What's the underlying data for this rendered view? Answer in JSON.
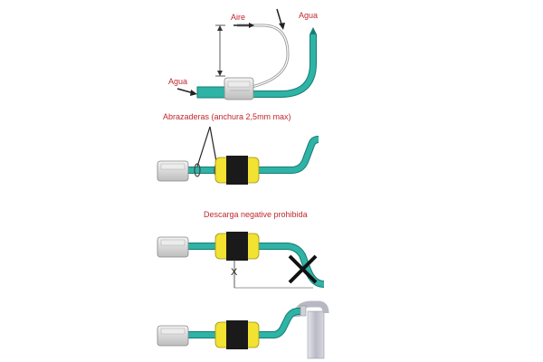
{
  "labels": {
    "aire": "Aire",
    "agua_out": "Agua",
    "agua_in": "Agua",
    "clamps_note": "Abrazaderas (anchura 2,5mm max)",
    "negative_discharge": "Descarga  negative prohibida",
    "x_mark": "X"
  },
  "colors": {
    "hose": "#2fb3a6",
    "hose_dark": "#167d73",
    "label_red": "#c0282d",
    "pump_body": "#dcdcdc",
    "tank_yellow": "#f2e232",
    "tank_core": "#1a1a1a",
    "pipe_grey": "#c9c9d3"
  },
  "icons": {
    "pump": "pump-unit-icon",
    "tank": "tank-unit-icon",
    "prohibited": "cross-mark-icon",
    "clamp": "clamp-icon"
  }
}
